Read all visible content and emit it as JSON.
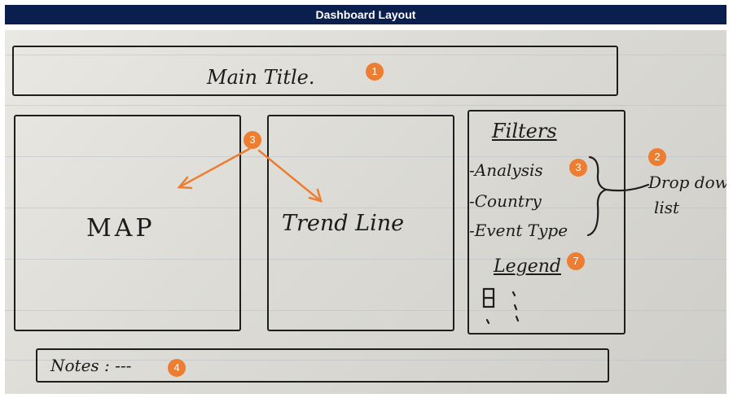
{
  "header": {
    "title": "Dashboard Layout"
  },
  "sketch": {
    "main_title": "Main Title.",
    "map": "MAP",
    "trend_line": "Trend Line",
    "filters": {
      "heading": "Filters",
      "items": [
        "-Analysis",
        "-Country",
        "-Event Type"
      ]
    },
    "legend": {
      "heading": "Legend"
    },
    "dropdown_note": {
      "line1": "Drop down",
      "line2": "list"
    },
    "notes": "Notes : ---"
  },
  "badges": [
    "1",
    "3",
    "3",
    "2",
    "7",
    "4"
  ],
  "colors": {
    "header_bg": "#0b1f4f",
    "badge": "#ed7d31",
    "ink": "#1e1e1e"
  }
}
